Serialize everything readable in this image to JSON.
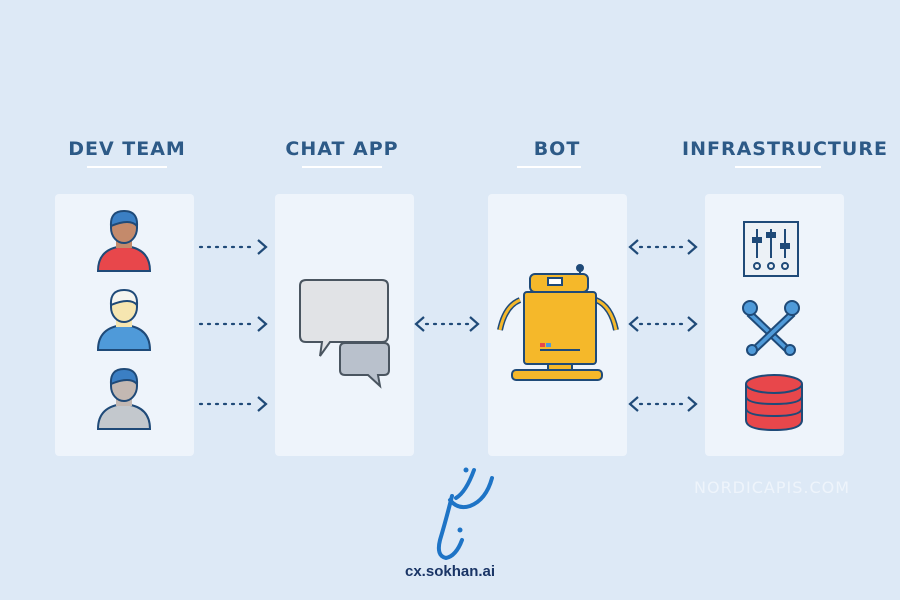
{
  "columns": [
    {
      "title": "DEV TEAM"
    },
    {
      "title": "CHAT APP"
    },
    {
      "title": "BOT"
    },
    {
      "title": "INFRASTRUCTURE"
    }
  ],
  "watermark": "NORDICAPIS.COM",
  "logo": {
    "url": "cx.sokhan.ai",
    "script_text": "سخن"
  },
  "colors": {
    "background": "#dde9f6",
    "panel": "#eef4fb",
    "title": "#2d5a87",
    "arrow": "#1f4a78"
  },
  "icons": {
    "dev_team": [
      "person-red-icon",
      "person-blue-icon",
      "person-gray-icon"
    ],
    "chat_app": [
      "chat-bubbles-icon"
    ],
    "bot": [
      "robot-icon"
    ],
    "infrastructure": [
      "mixer-sliders-icon",
      "wrenches-icon",
      "database-icon"
    ]
  }
}
